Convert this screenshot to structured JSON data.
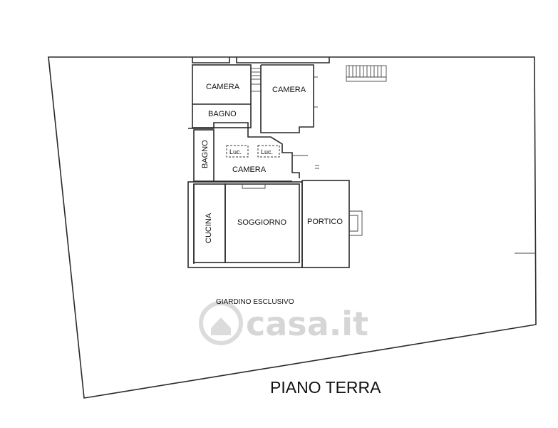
{
  "rooms": {
    "camera_1": "CAMERA",
    "camera_2": "CAMERA",
    "bagno_1": "BAGNO",
    "bagno_2": "BAGNO",
    "camera_3": "CAMERA",
    "luc_1": "Luc.",
    "luc_2": "Luc.",
    "cucina": "CUCINA",
    "soggiorno": "SOGGIORNO",
    "portico": "PORTICO"
  },
  "garden_label": "GIARDINO ESCLUSIVO",
  "floor_title": "PIANO TERRA",
  "watermark": "casa.it",
  "colors": {
    "line": "#2a2a2a",
    "watermark": "#d6d6d6"
  }
}
